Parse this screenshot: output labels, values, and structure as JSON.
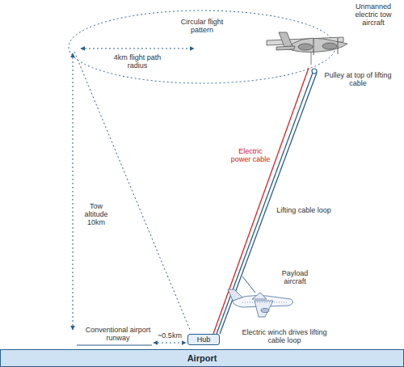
{
  "diagram": {
    "nodes": [
      {
        "text": [
          "Airport"
        ]
      },
      {
        "text": [
          "Hub"
        ]
      }
    ],
    "labels": [
      "Circular flight pattern",
      "4km flight path radius",
      "Unmanned electric tow aircraft",
      "Pulley at top of lifting cable",
      "Electric power cable",
      "Lifting cable loop",
      "Tow altitude 10km",
      "Payload aircraft",
      "Conventional airport runway",
      "~0.5km",
      "Electric winch drives lifting cable loop"
    ]
  }
}
